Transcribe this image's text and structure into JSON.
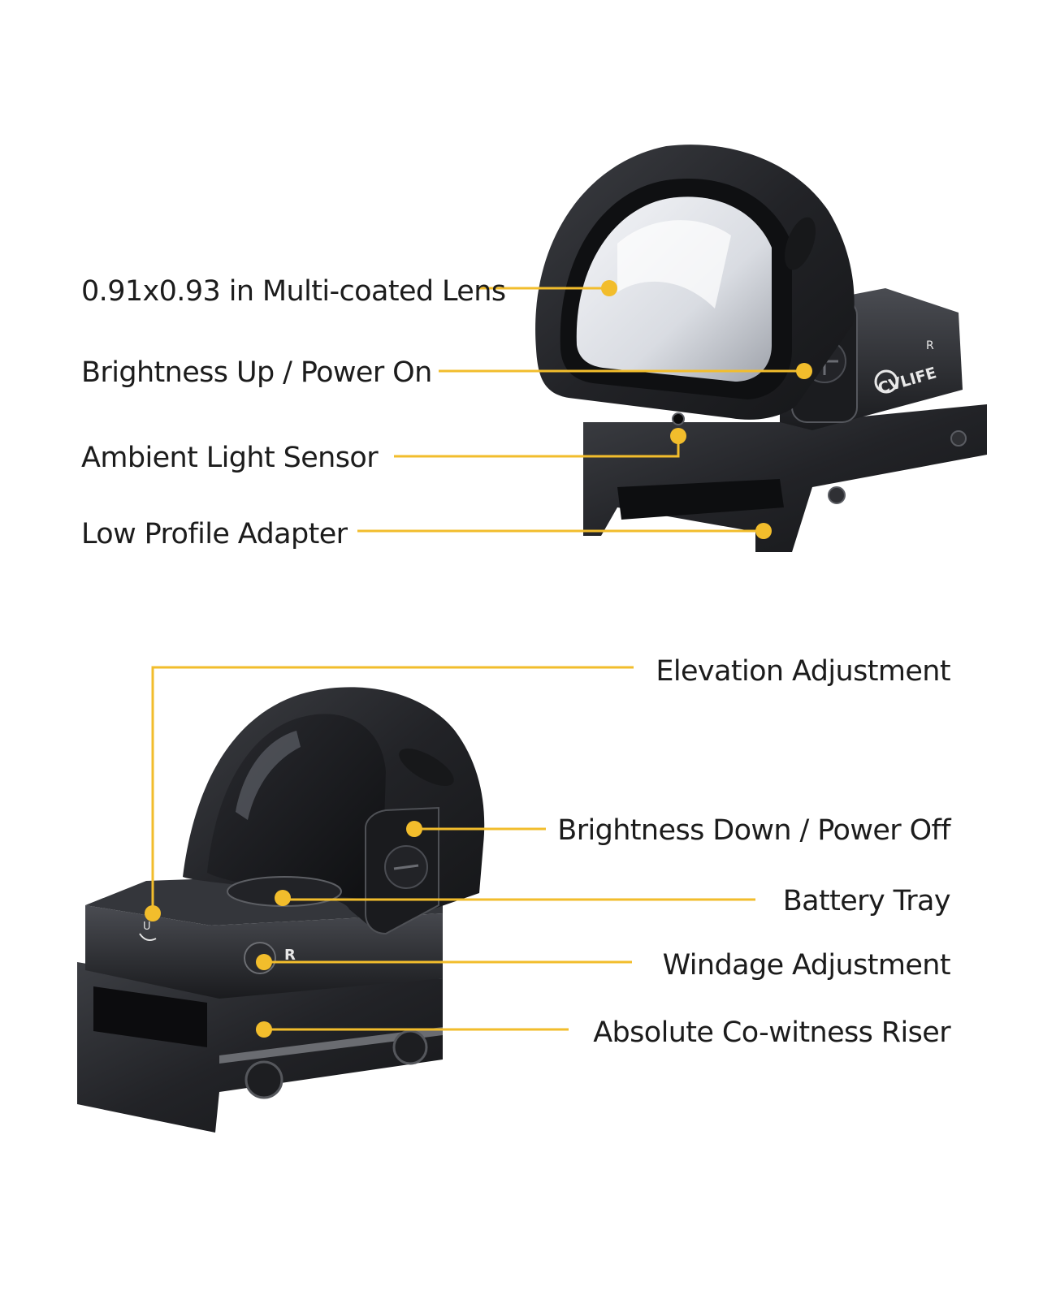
{
  "colors": {
    "accent": "#f2bd2c",
    "body_dark": "#1e1f22",
    "body_mid": "#2c2d31",
    "body_light": "#45474c",
    "lens_glass": "#e6e8ec",
    "text": "#1c1c1c",
    "background": "#ffffff"
  },
  "top_device": {
    "brand": "CVLIFE",
    "registered_mark": "R"
  },
  "bottom_device": {
    "windage_mark": "R",
    "elevation_mark": "U"
  },
  "callouts": [
    {
      "id": "lens",
      "label": "0.91x0.93 in  Multi-coated Lens"
    },
    {
      "id": "bright-up",
      "label": "Brightness Up / Power On"
    },
    {
      "id": "ambient",
      "label": "Ambient Light Sensor"
    },
    {
      "id": "adapter",
      "label": "Low Profile Adapter"
    },
    {
      "id": "elevation",
      "label": "Elevation Adjustment"
    },
    {
      "id": "bright-down",
      "label": "Brightness Down / Power Off"
    },
    {
      "id": "battery",
      "label": "Battery Tray"
    },
    {
      "id": "windage",
      "label": "Windage Adjustment"
    },
    {
      "id": "riser",
      "label": "Absolute Co-witness Riser"
    }
  ]
}
